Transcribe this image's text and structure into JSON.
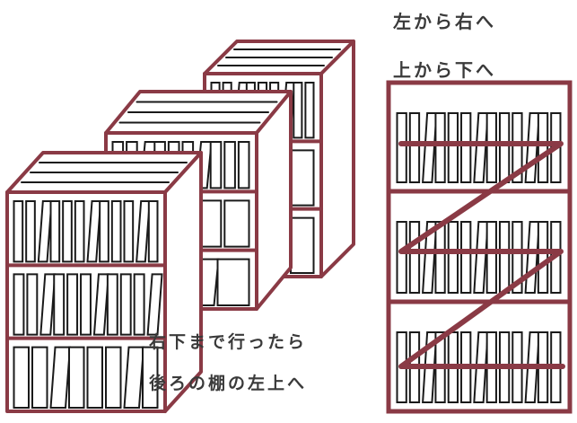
{
  "labels": {
    "left_to_right": "左から右へ",
    "top_to_bottom": "上から下へ",
    "after_bottom_right": "右下まで行ったら",
    "to_back_shelf_top_left": "後ろの棚の左上へ"
  },
  "colors": {
    "shelf": "#8a3a45",
    "book": "#1a1a1a",
    "text": "#3a3a3a"
  },
  "icons": {
    "bookshelves": "stacked-bookshelves-illustration",
    "order_path": "z-shaped-order-arrow"
  }
}
